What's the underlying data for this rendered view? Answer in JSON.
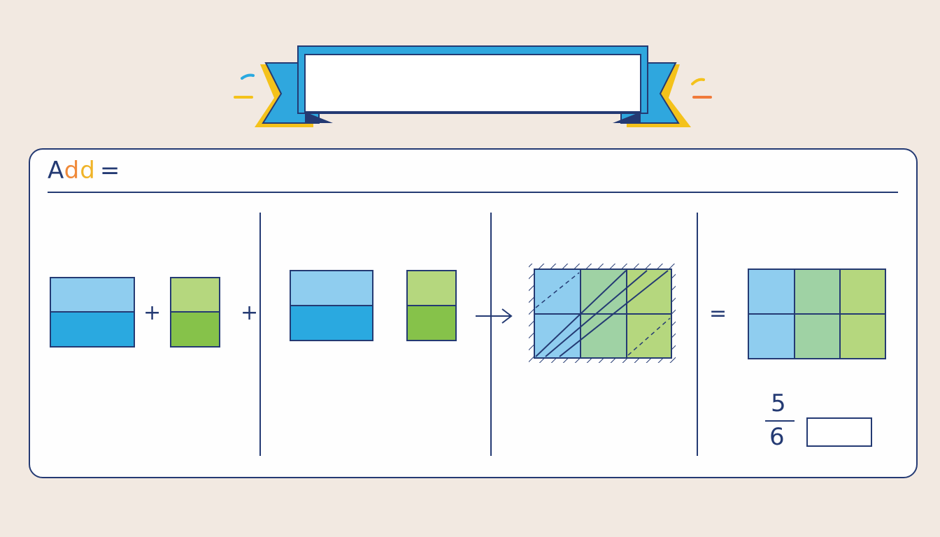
{
  "heading": {
    "part1": "A",
    "part2": "d",
    "part3": "d",
    "equals": "="
  },
  "banner": {
    "text": ""
  },
  "operators": {
    "plus_1": "+",
    "plus_2": "+",
    "arrow": "→",
    "equals": "="
  },
  "result_fraction": {
    "numerator": "5",
    "denominator": "6"
  },
  "answer": {
    "value": ""
  },
  "colors": {
    "background": "#f2e9e1",
    "outline": "#243a73",
    "light_blue": "#8fcdef",
    "blue": "#2aa9e0",
    "light_green": "#b5d77e",
    "green": "#86c24a",
    "banner_blue": "#2fa7de",
    "banner_yellow": "#f4c21b",
    "accent_orange": "#f07a3a"
  },
  "figures": {
    "fraction_a": {
      "parts": 2,
      "shaded": 2,
      "colors": [
        "light_blue",
        "blue"
      ]
    },
    "fraction_b": {
      "parts": 2,
      "shaded": 2,
      "colors": [
        "light_green",
        "green"
      ]
    },
    "fraction_c": {
      "parts": 2,
      "shaded": 2,
      "colors": [
        "light_blue",
        "blue"
      ]
    },
    "fraction_d": {
      "parts": 2,
      "shaded": 2,
      "colors": [
        "light_green",
        "green"
      ]
    },
    "combined_grid": {
      "rows": 2,
      "cols": 3,
      "hatched": true
    },
    "result_grid": {
      "rows": 2,
      "cols": 3,
      "columns_colors": [
        "light_blue",
        "mid_green",
        "light_green"
      ]
    }
  }
}
